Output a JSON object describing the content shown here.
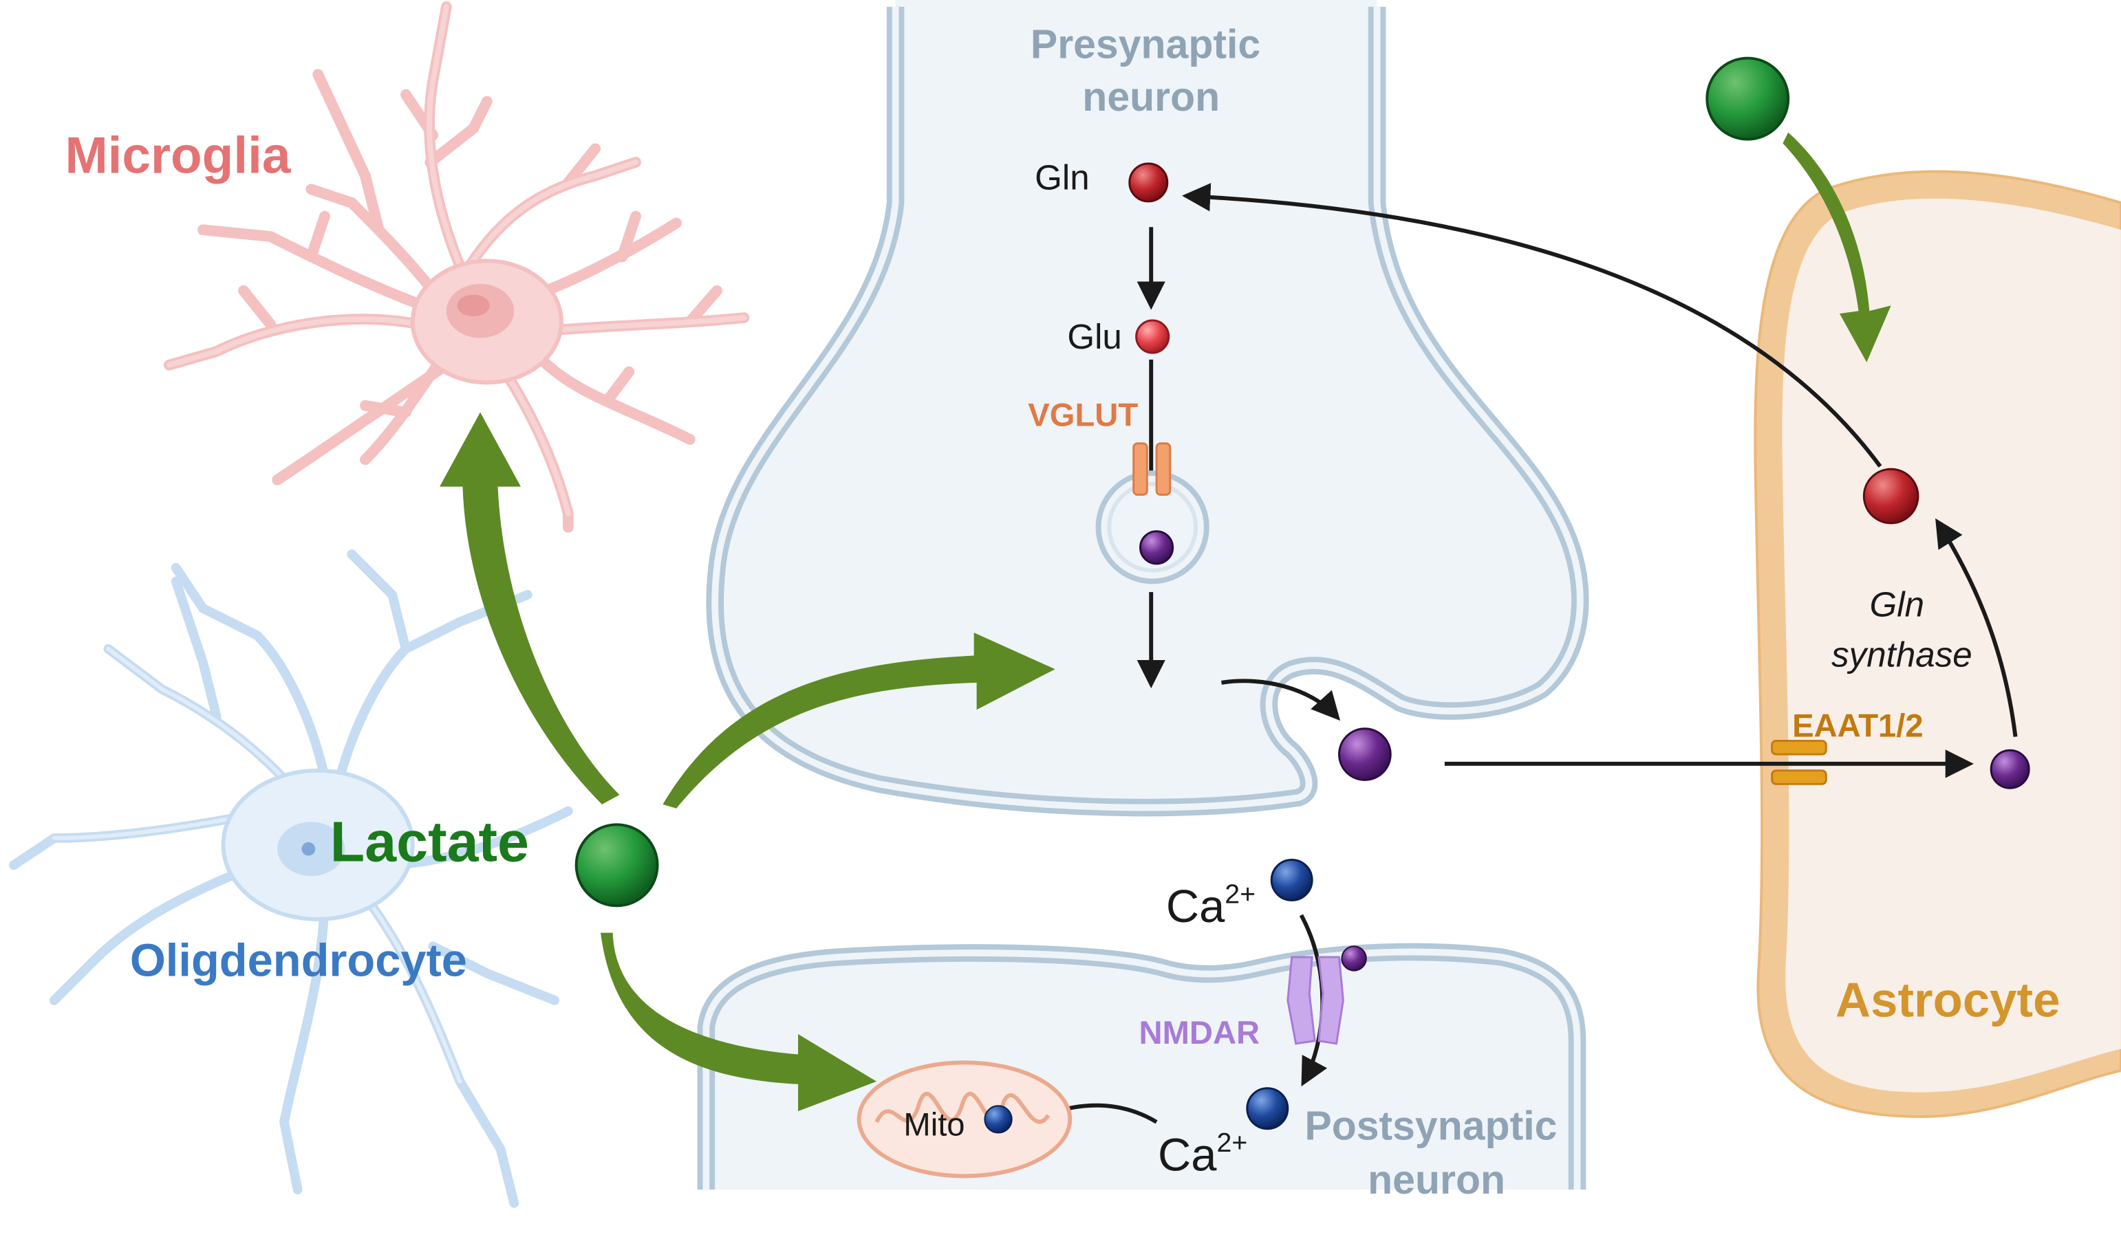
{
  "labels": {
    "microglia": "Microglia",
    "oligodendrocyte": "Oligdendrocyte",
    "lactate": "Lactate",
    "presynaptic": [
      "Presynaptic",
      "neuron"
    ],
    "postsynaptic": [
      "Postsynaptic",
      "neuron"
    ],
    "astrocyte": "Astrocyte",
    "gln": "Gln",
    "glu": "Glu",
    "vglut": "VGLUT",
    "nmdar": "NMDAR",
    "eaat": "EAAT1/2",
    "gln_synthase": [
      "Gln",
      "synthase"
    ],
    "ca_top": {
      "base": "Ca",
      "sup": "2+"
    },
    "ca_bottom": {
      "base": "Ca",
      "sup": "2+"
    },
    "mito": "Mito"
  },
  "colors": {
    "microglia": "#e57373",
    "oligodendrocyte": "#3a7ac4",
    "lactate": "#1b7a1b",
    "neuron_label": "#8fa3b5",
    "astrocyte": "#d4952c",
    "vglut": "#e07a45",
    "nmdar": "#a97ad6",
    "eaat": "#c27a0e",
    "green_arrow": "#5d8a24",
    "membrane": "#b3c8d8",
    "astro_fill": "#f7efe8",
    "astro_border": "#f1c996"
  }
}
